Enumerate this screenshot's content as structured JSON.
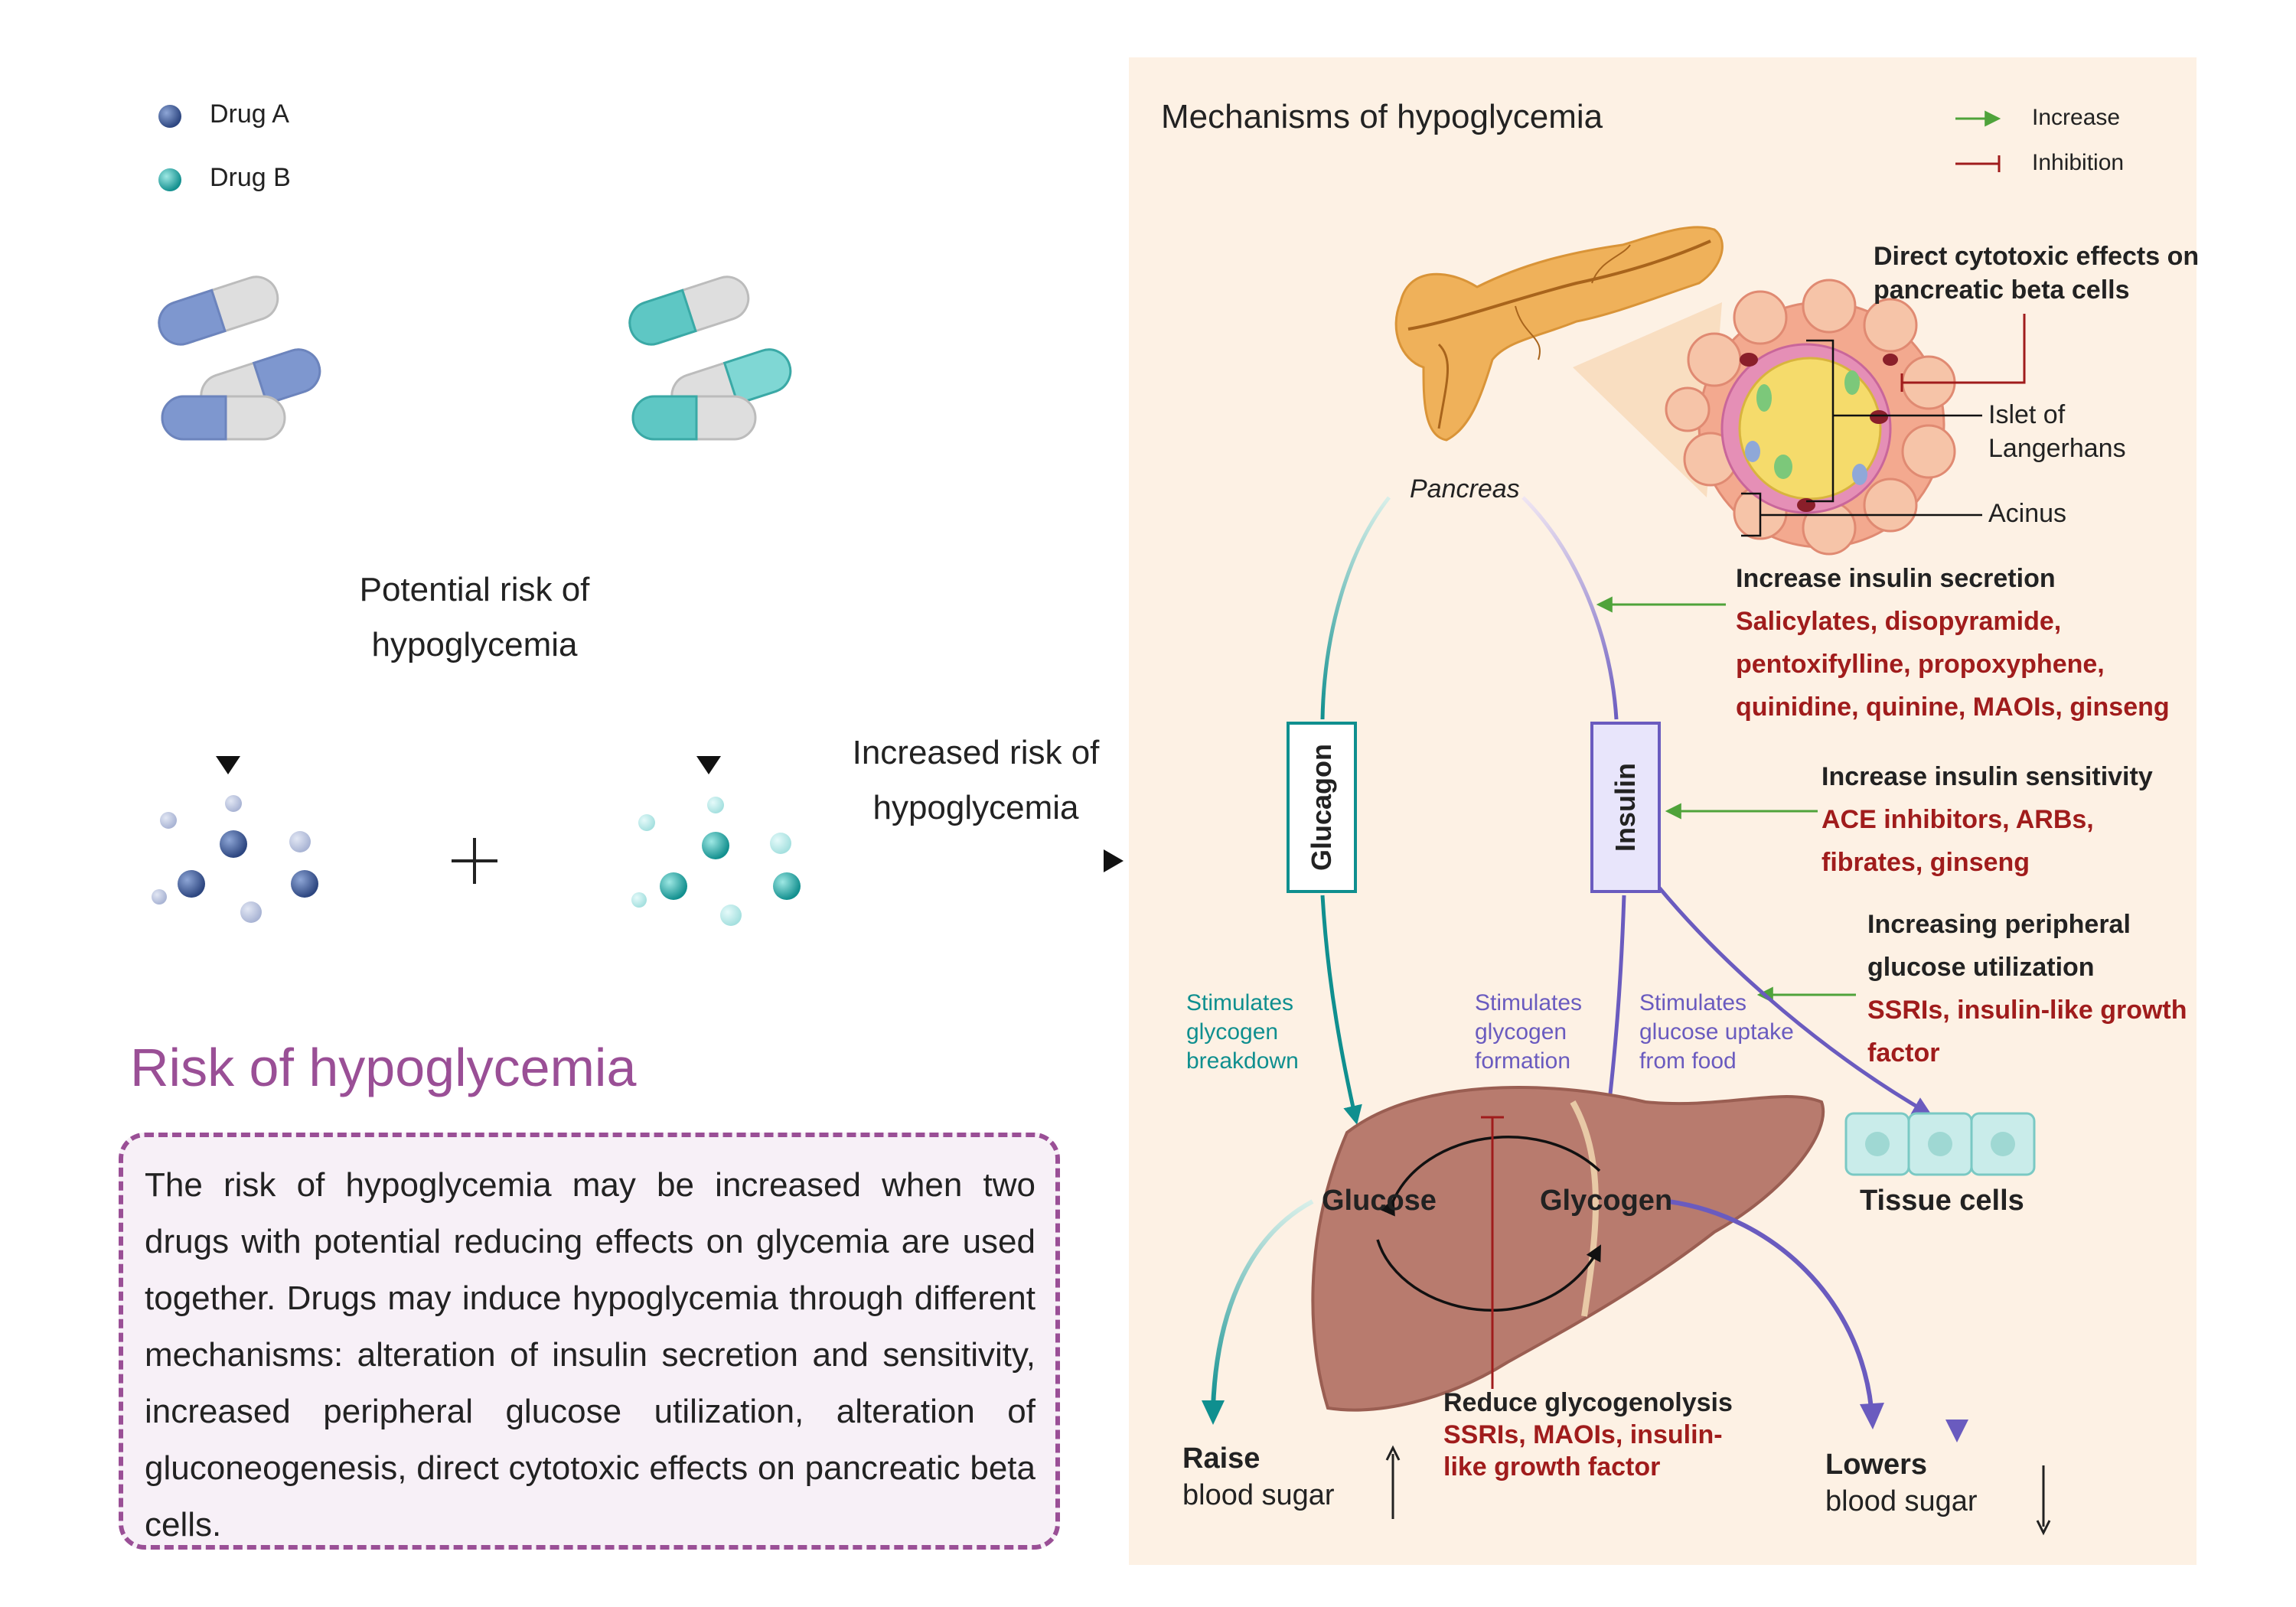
{
  "legend_drugs": [
    {
      "label": "Drug A",
      "color": "#3d5a99"
    },
    {
      "label": "Drug B",
      "color": "#3cbcbc"
    }
  ],
  "potential_risk": [
    "Potential risk of",
    "hypoglycemia"
  ],
  "increased_risk": [
    "Increased risk of",
    "hypoglycemia"
  ],
  "risk_section": {
    "title": "Risk of hypoglycemia",
    "body": "The risk of hypoglycemia may be increased when two drugs with potential reducing effects on glycemia are used together. Drugs may induce hypoglycemia through different mechanisms: alteration of insulin secretion and sensitivity, increased peripheral glucose utilization, alteration of gluconeogenesis, direct cytotoxic effects on pancreatic beta cells."
  },
  "mechanisms": {
    "title": "Mechanisms of hypoglycemia",
    "legend": {
      "increase": "Increase",
      "inhibition": "Inhibition"
    },
    "pancreas_label": "Pancreas",
    "cytotoxic": [
      "Direct cytotoxic effects on",
      "pancreatic beta cells"
    ],
    "islet": [
      "Islet of",
      "Langerhans"
    ],
    "acinus": "Acinus",
    "insulin_secretion": {
      "heading": "Increase insulin secretion",
      "drugs": [
        "Salicylates, disopyramide,",
        "pentoxifylline, propoxyphene,",
        "quinidine, quinine, MAOIs, ginseng"
      ]
    },
    "insulin_sensitivity": {
      "heading": "Increase insulin  sensitivity",
      "drugs": [
        "ACE inhibitors, ARBs,",
        "fibrates, ginseng"
      ]
    },
    "peripheral": {
      "heading": [
        "Increasing peripheral",
        "glucose utilization"
      ],
      "drugs": [
        "SSRIs, insulin-like growth",
        "factor"
      ]
    },
    "glucagon": "Glucagon",
    "insulin": "Insulin",
    "stim_breakdown": [
      "Stimulates",
      "glycogen",
      "breakdown"
    ],
    "stim_formation": [
      "Stimulates",
      "glycogen",
      "formation"
    ],
    "stim_uptake": [
      "Stimulates",
      "glucose uptake",
      "from food"
    ],
    "glucose": "Glucose",
    "glycogen": "Glycogen",
    "tissue_cells": "Tissue cells",
    "glycogenolysis": {
      "heading": "Reduce glycogenolysis",
      "drugs": [
        "SSRIs, MAOIs, insulin-",
        "like growth factor"
      ]
    },
    "raise": {
      "bold": "Raise",
      "rest": "blood sugar"
    },
    "lowers": {
      "bold": "Lowers",
      "rest": "blood sugar"
    },
    "colors": {
      "increase": "#4fa33a",
      "inhibition": "#a01c1c",
      "teal": "#0f8f8f",
      "purple": "#6a5bbf"
    }
  }
}
